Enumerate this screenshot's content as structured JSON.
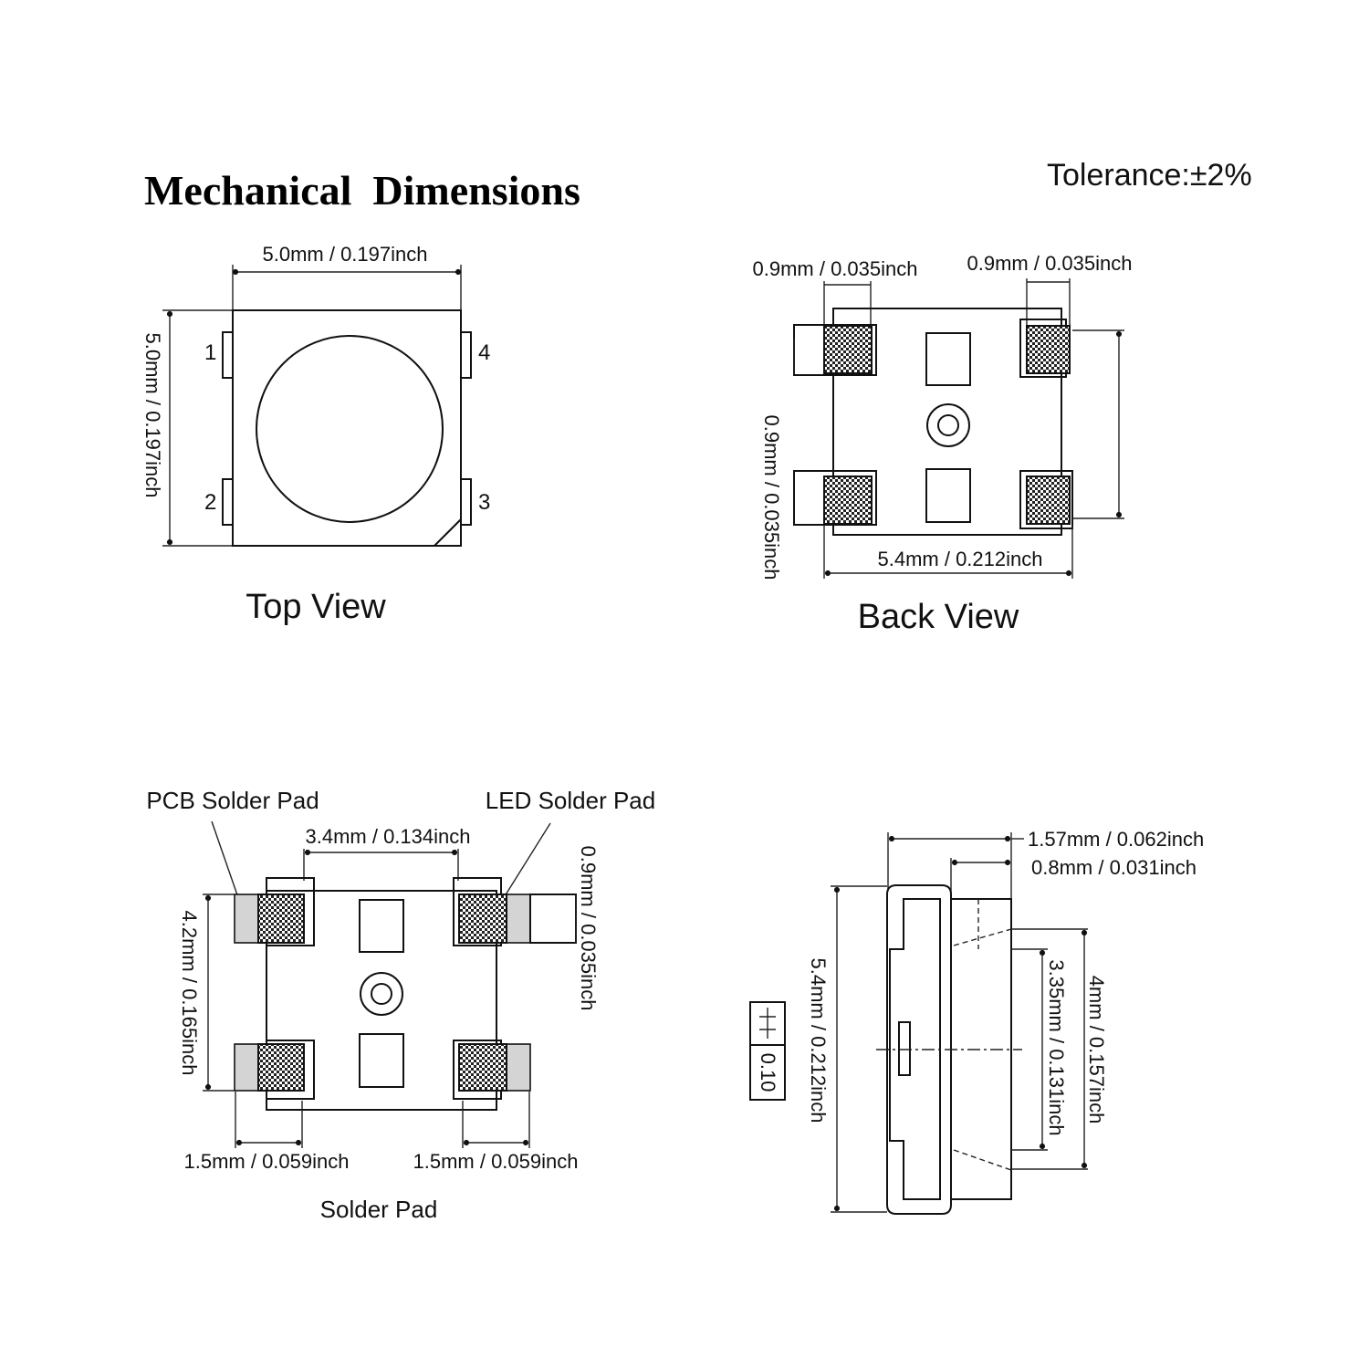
{
  "title": "Mechanical  Dimensions",
  "tolerance": "Tolerance:±2%",
  "top_view": {
    "caption": "Top View",
    "width_label": "5.0mm / 0.197inch",
    "height_label": "5.0mm / 0.197inch",
    "pins": [
      "1",
      "2",
      "3",
      "4"
    ]
  },
  "back_view": {
    "caption": "Back View",
    "pad_width_left": "0.9mm / 0.035inch",
    "pad_width_right": "0.9mm / 0.035inch",
    "pad_height": "0.9mm / 0.035inch",
    "overall_width": "5.4mm / 0.212inch"
  },
  "solder_pad": {
    "caption": "Solder Pad",
    "pcb_pad_label": "PCB Solder Pad",
    "led_pad_label": "LED Solder Pad",
    "pad_spacing": "3.4mm / 0.134inch",
    "pad_height": "0.9mm / 0.035inch",
    "vertical_span": "4.2mm / 0.165inch",
    "pad_len_left": "1.5mm / 0.059inch",
    "pad_len_right": "1.5mm / 0.059inch"
  },
  "side_view": {
    "total_depth": "1.57mm / 0.062inch",
    "body_depth": "0.8mm / 0.031inch",
    "overall_length": "5.4mm / 0.212inch",
    "inner_length": "3.35mm / 0.131inch",
    "lens_length": "4mm / 0.157inch",
    "flatness_value": "0.10"
  }
}
